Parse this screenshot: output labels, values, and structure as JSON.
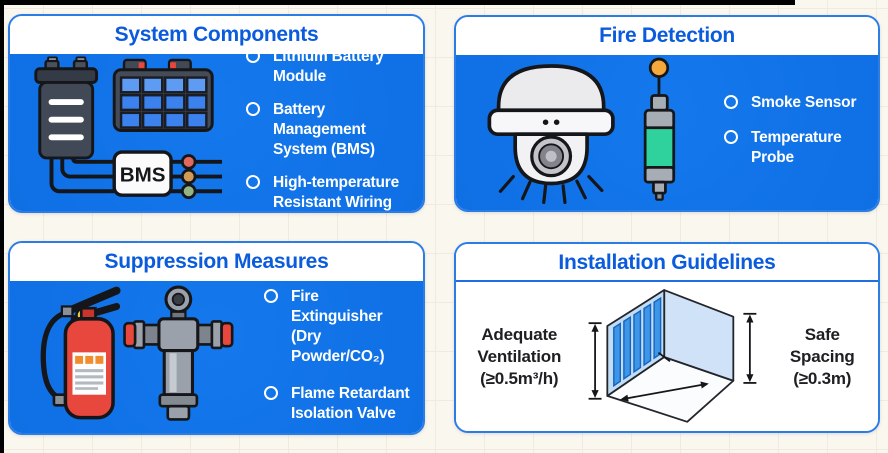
{
  "colors": {
    "panel_body_blue": "#1176e8",
    "panel_border_blue": "#2b7ce5",
    "title_blue": "#0b5bdd",
    "background_cream": "#faf7ef",
    "list_text": "#ffffff",
    "extinguisher_red": "#e8473d",
    "probe_green": "#2fd19c",
    "wall_light_blue": "#c3dcf5",
    "slat_blue": "#3e96e8"
  },
  "panels": [
    {
      "title": "System Components",
      "items": [
        "Lithium Battery Module",
        "Battery Management\nSystem (BMS)",
        "High-temperature\nResistant Wiring"
      ],
      "bms_label": "BMS"
    },
    {
      "title": "Fire Detection",
      "items": [
        "Smoke Sensor",
        "Temperature Probe"
      ]
    },
    {
      "title": "Suppression Measures",
      "items": [
        "Fire Extinguisher\n(Dry Powder/CO₂)",
        "Flame Retardant\nIsolation Valve"
      ]
    },
    {
      "title": "Installation Guidelines",
      "left_label": "Adequate\nVentilation\n(≥0.5m³/h)",
      "right_label": "Safe Spacing\n(≥0.3m)"
    }
  ]
}
